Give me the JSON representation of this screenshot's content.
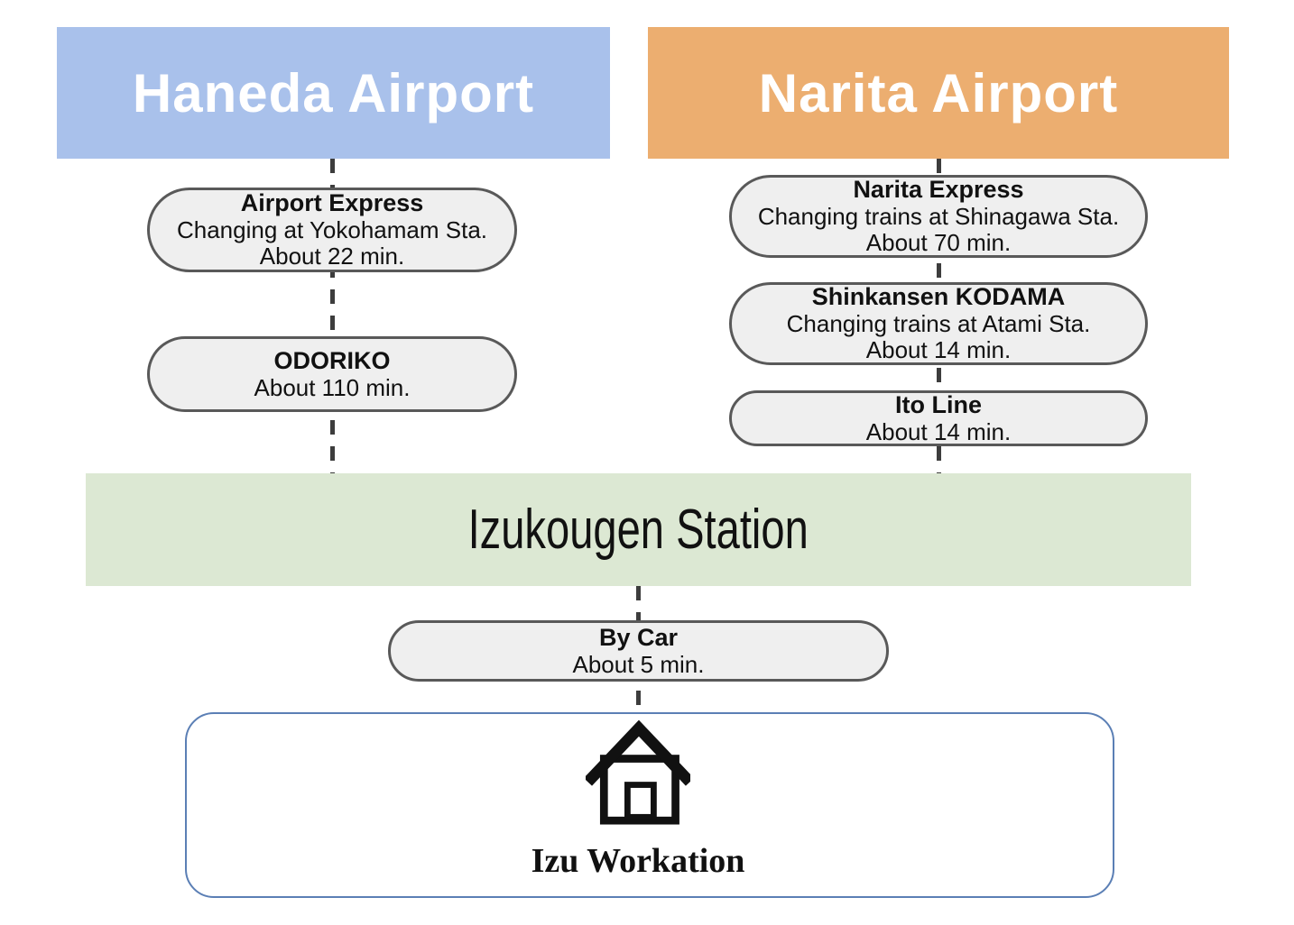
{
  "airports": {
    "haneda": {
      "label": "Haneda Airport",
      "color": "#a9c1eb"
    },
    "narita": {
      "label": "Narita Airport",
      "color": "#ecae70"
    }
  },
  "station": {
    "label": "Izukougen Station",
    "color": "#dce8d3"
  },
  "destination": {
    "label": "Izu Workation",
    "icon": "house-icon",
    "border_color": "#5b7fb5"
  },
  "routes": {
    "haneda": [
      {
        "title": "Airport Express",
        "line1": "Changing at Yokohamam Sta.",
        "line2": "About 22 min."
      },
      {
        "title": "ODORIKO",
        "line1": "About 110 min."
      }
    ],
    "narita": [
      {
        "title": "Narita Express",
        "line1": "Changing trains at Shinagawa Sta.",
        "line2": "About 70 min."
      },
      {
        "title": "Shinkansen KODAMA",
        "line1": "Changing trains at Atami Sta.",
        "line2": "About 14 min."
      },
      {
        "title": "Ito Line",
        "line1": "About 14 min."
      }
    ],
    "station_to_destination": [
      {
        "title": "By Car",
        "line1": "About 5 min."
      }
    ]
  },
  "colors": {
    "pill_fill": "#efefef",
    "pill_border": "#595959",
    "connector": "#3d3d3d"
  }
}
